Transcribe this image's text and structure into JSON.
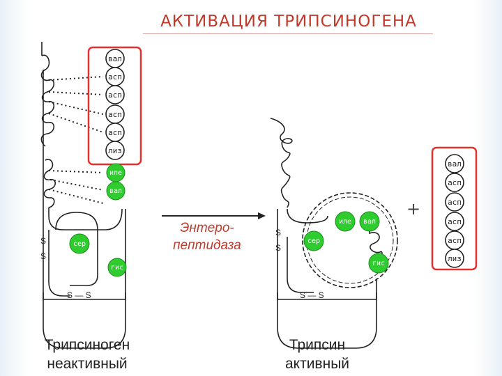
{
  "title": "АКТИВАЦИЯ ТРИПСИНОГЕНА",
  "enzyme": {
    "line1": "Энтеро-",
    "line2": "пептидаза"
  },
  "left_caption": {
    "line1": "Трипсиноген",
    "line2": "неактивный"
  },
  "right_caption": {
    "line1": "Трипсин",
    "line2": "активный"
  },
  "left_peptide": [
    "вал",
    "асп",
    "асп",
    "асп",
    "асп",
    "лиз"
  ],
  "left_green": [
    "иле",
    "вал"
  ],
  "left_active_site": [
    "сер",
    "гис"
  ],
  "right_green": [
    "иле",
    "вал",
    "сер",
    "гис"
  ],
  "released_peptide": [
    "вал",
    "асп",
    "асп",
    "асп",
    "асп",
    "лиз"
  ],
  "disulfide": {
    "s": "S",
    "ss": "S — S"
  },
  "plus": "+",
  "colors": {
    "title": "#c0392b",
    "green": "#2ecc2e",
    "box": "#e53030",
    "enzyme": "#c0392b"
  }
}
